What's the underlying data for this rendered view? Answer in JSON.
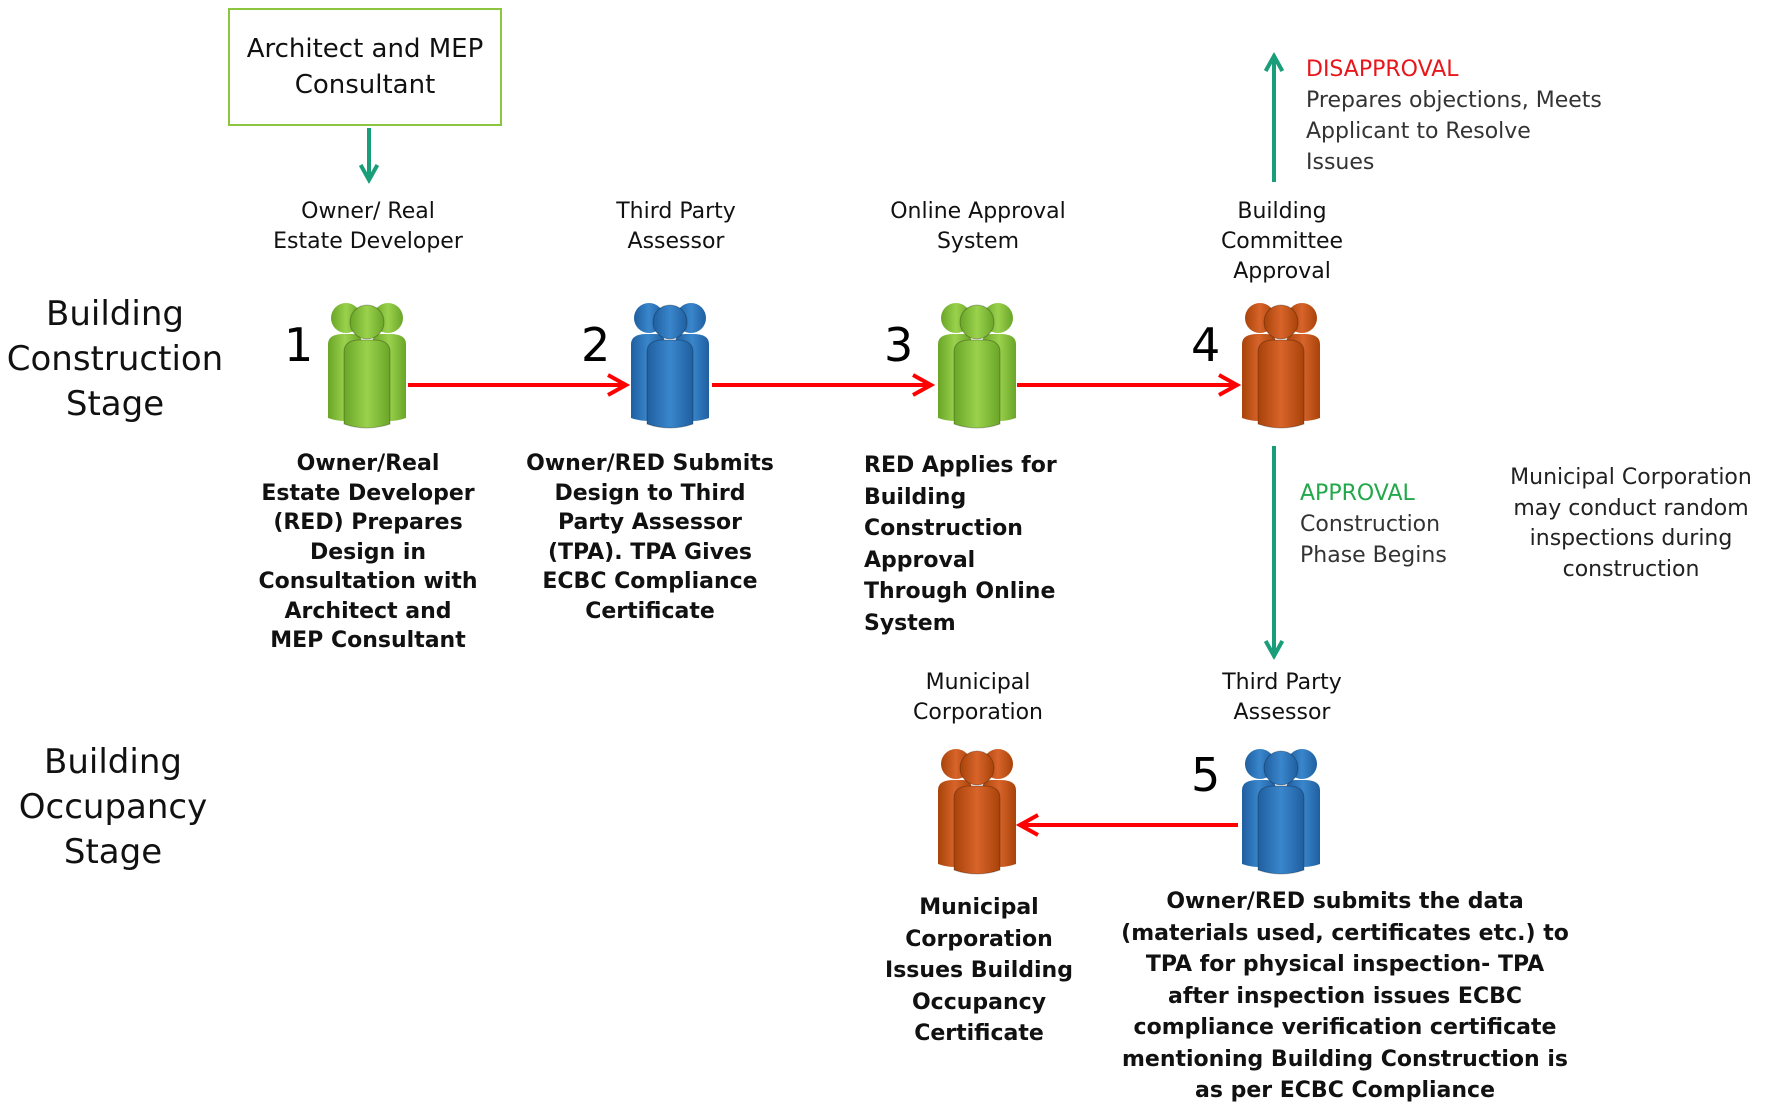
{
  "stages": {
    "construction": "Building Construction Stage",
    "occupancy": "Building Occupancy Stage"
  },
  "consultant_box": "Architect and MEP Consultant",
  "actors": [
    {
      "num": "1",
      "role": "Owner/ Real Estate Developer",
      "color": "green",
      "desc": "Owner/Real Estate Developer (RED) Prepares Design in Consultation with Architect and MEP Consultant"
    },
    {
      "num": "2",
      "role": "Third Party Assessor",
      "color": "blue",
      "desc": "Owner/RED Submits Design to Third Party Assessor (TPA). TPA Gives ECBC Compliance Certificate"
    },
    {
      "num": "3",
      "role": "Online Approval System",
      "color": "green",
      "desc": "RED Applies for Building Construction Approval Through Online System"
    },
    {
      "num": "4",
      "role": "Building Committee Approval",
      "color": "red"
    },
    {
      "num": "5",
      "role": "Third Party Assessor",
      "color": "blue",
      "desc": "Owner/RED submits the data (materials used, certificates etc.)  to TPA for physical inspection- TPA after inspection issues ECBC compliance verification certificate mentioning Building Construction is as per ECBC Compliance"
    },
    {
      "num": "",
      "role": "Municipal Corporation",
      "color": "red",
      "desc": "Municipal Corporation Issues Building Occupancy Certificate"
    }
  ],
  "disapproval": {
    "heading": "DISAPPROVAL",
    "text": "Prepares objections, Meets Applicant to Resolve Issues"
  },
  "approval": {
    "heading": "APPROVAL",
    "text": "Construction Phase Begins"
  },
  "inspection_note": "Municipal Corporation may conduct random inspections during construction",
  "colors": {
    "green_figure": "#8cc63f",
    "blue_figure": "#2e75b6",
    "red_figure": "#c55a11",
    "arrow_red": "#ff0000",
    "arrow_teal": "#1a9e7a",
    "disapproval_text": "#e8151b",
    "approval_text": "#22a84a",
    "box_border": "#8cc63f"
  }
}
